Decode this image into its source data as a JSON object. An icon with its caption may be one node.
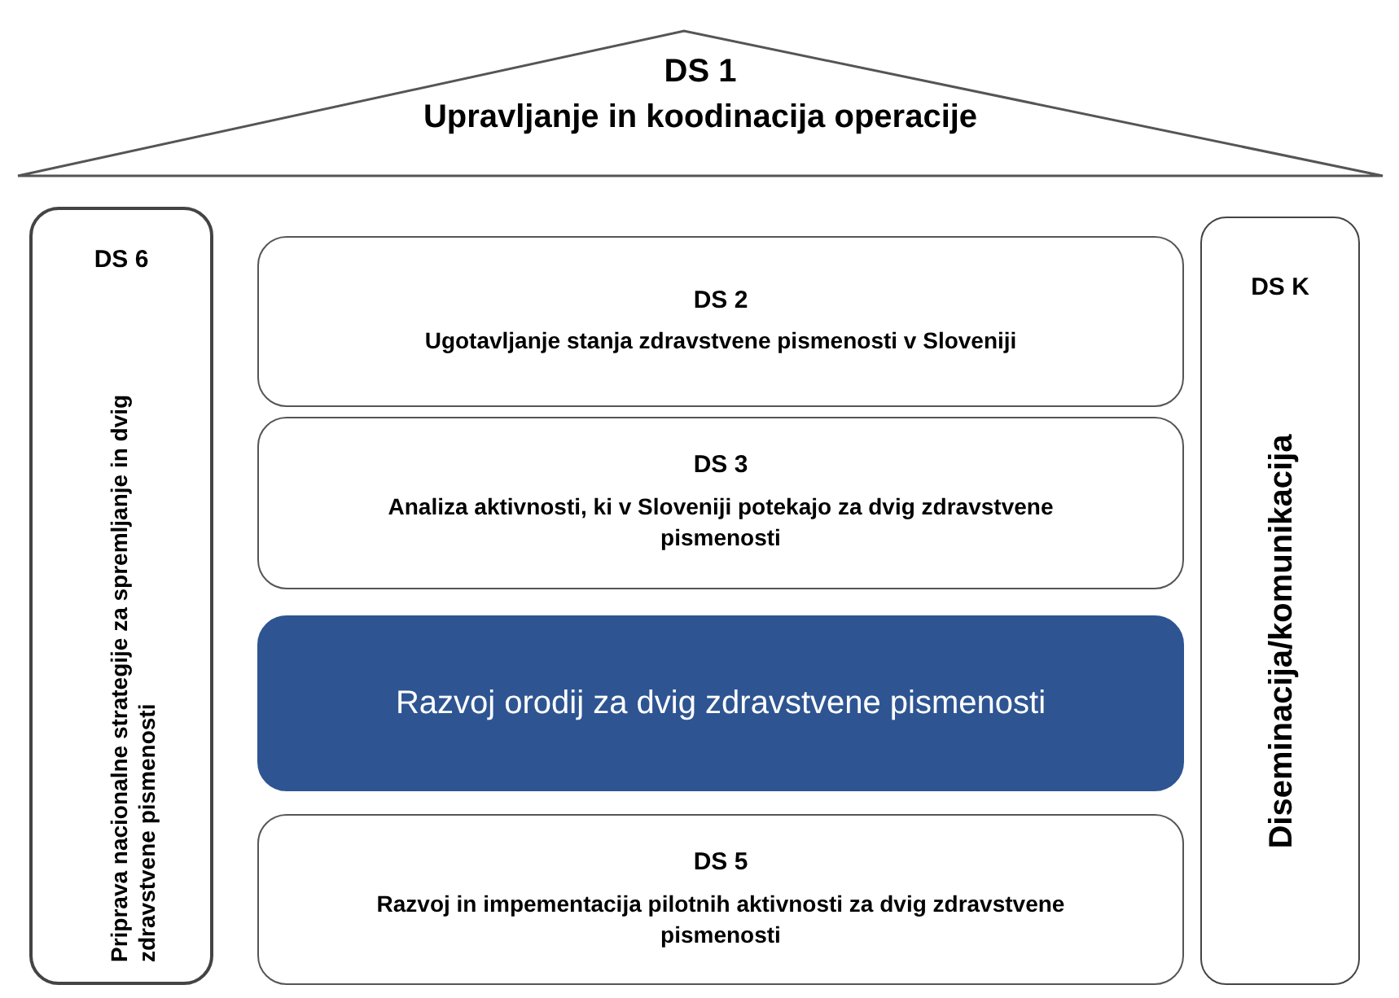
{
  "diagram": {
    "nodes": [
      {
        "text": [
          "DS 1",
          "Upravljanje in koodinacija operacije"
        ]
      },
      {
        "text": [
          "DS 6",
          "Priprava nacionalne strategije za spremljanje in dvig zdravstvene pismenosti"
        ]
      },
      {
        "text": [
          "DS 2",
          "Ugotavljanje stanja zdravstvene pismenosti v Sloveniji"
        ]
      },
      {
        "text": [
          "DS 3",
          "Analiza aktivnosti, ki v Sloveniji potekajo za dvig zdravstvene pismenosti"
        ]
      },
      {
        "text": [
          "Razvoj orodij za dvig zdravstvene pismenosti"
        ]
      },
      {
        "text": [
          "DS 5",
          "Razvoj in impementacija pilotnih aktivnosti za dvig zdravstvene pismenosti"
        ]
      },
      {
        "text": [
          "DS K",
          "Diseminacija/komunikacija"
        ]
      }
    ]
  }
}
